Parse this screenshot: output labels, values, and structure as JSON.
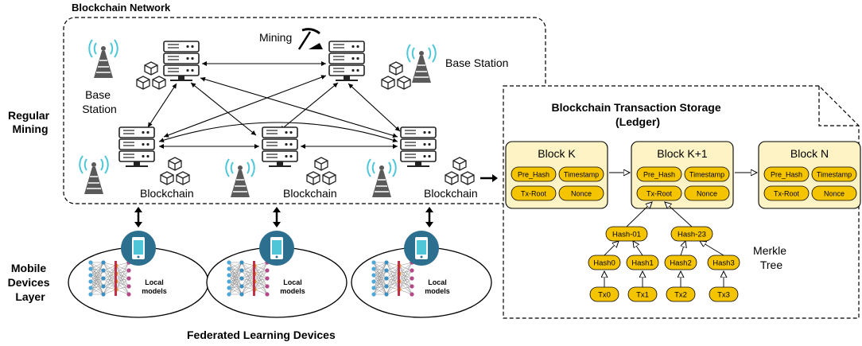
{
  "labels": {
    "network_title": "Blockchain Network",
    "regular_mining": [
      "Regular",
      "Mining"
    ],
    "mobile_layer": [
      "Mobile",
      "Devices",
      "Layer"
    ],
    "fl_devices": "Federated Learning Devices",
    "mining": "Mining",
    "base_station_left": [
      "Base",
      "Station"
    ],
    "base_station_right": "Base Station",
    "blockchain": "Blockchain",
    "local_models": [
      "Local",
      "models"
    ]
  },
  "ledger": {
    "title": [
      "Blockchain Transaction Storage",
      "(Ledger)"
    ],
    "blocks": [
      {
        "name": "Block K",
        "fields": [
          "Pre_Hash",
          "Timestamp",
          "Tx-Root",
          "Nonce"
        ]
      },
      {
        "name": "Block K+1",
        "fields": [
          "Pre_Hash",
          "Timestamp",
          "Tx-Root",
          "Nonce"
        ]
      },
      {
        "name": "Block N",
        "fields": [
          "Pre_Hash",
          "Timestamp",
          "Tx-Root",
          "Nonce"
        ]
      }
    ],
    "merkle_label": [
      "Merkle",
      "Tree"
    ],
    "merkle_level1": [
      "Hash-01",
      "Hash-23"
    ],
    "merkle_level2": [
      "Hash0",
      "Hash1",
      "Hash2",
      "Hash3"
    ],
    "merkle_leaves": [
      "Tx0",
      "Tx1",
      "Tx2",
      "Tx3"
    ]
  },
  "colors": {
    "block_fill": "#fdf3c4",
    "node_fill": "#f5c400",
    "antenna": "#4fc6d8",
    "tower": "#5a5a5a",
    "phone": "#2d6f8e"
  }
}
